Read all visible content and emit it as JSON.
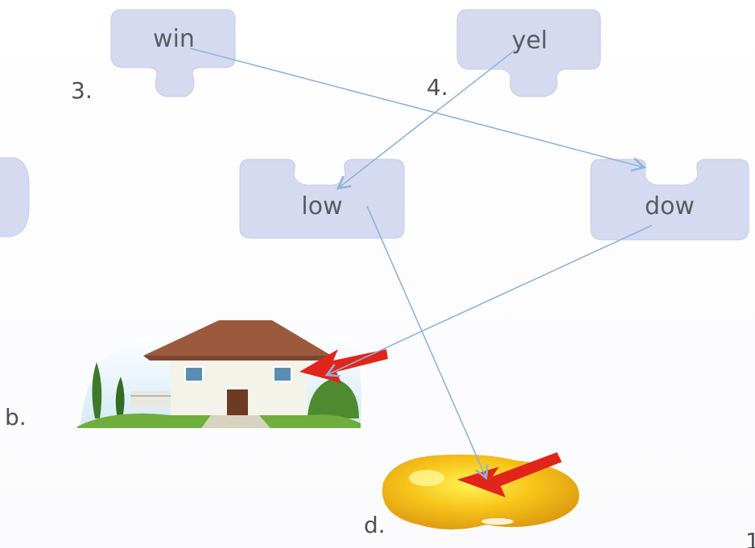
{
  "pieces": {
    "win": "win",
    "yel": "yel",
    "low": "low",
    "dow": "dow"
  },
  "labels": {
    "three": "3.",
    "four": "4.",
    "b": "b.",
    "d": "d.",
    "corner": "1"
  },
  "colors": {
    "piece": "#d5daf0",
    "line": "#8fb3d9",
    "pointer": "#e1251b"
  },
  "images": {
    "house": "house-image",
    "puddle": "yellow-puddle-image"
  }
}
